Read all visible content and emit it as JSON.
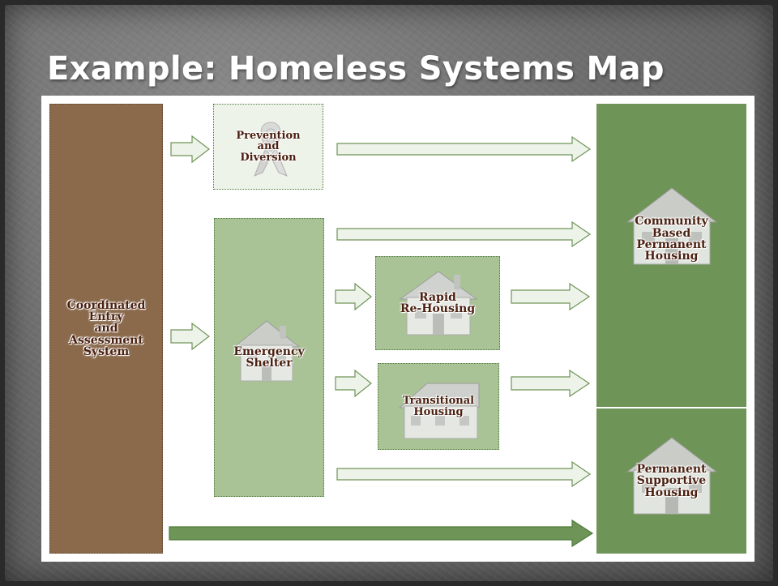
{
  "title": "Example: Homeless Systems Map",
  "nodes": {
    "coordinated_entry": "Coordinated\nEntry\nand\nAssessment\nSystem",
    "prevention": "Prevention\nand\nDiversion",
    "emergency_shelter": "Emergency\nShelter",
    "rapid_rehousing": "Rapid\nRe-Housing",
    "transitional_housing": "Transitional\nHousing",
    "community_based": "Community\nBased\nPermanent\nHousing",
    "permanent_supportive": "Permanent\nSupportive\nHousing"
  },
  "colors": {
    "entry": "#8b6a4c",
    "dark_green": "#6f9457",
    "mid_green": "#a9c397",
    "light_green": "#eef3ea",
    "arrow_light": "#eef3ea",
    "arrow_dark": "#6f9457",
    "label": "#4a2010"
  },
  "icons": [
    "ribbon-icon",
    "house-icon"
  ]
}
